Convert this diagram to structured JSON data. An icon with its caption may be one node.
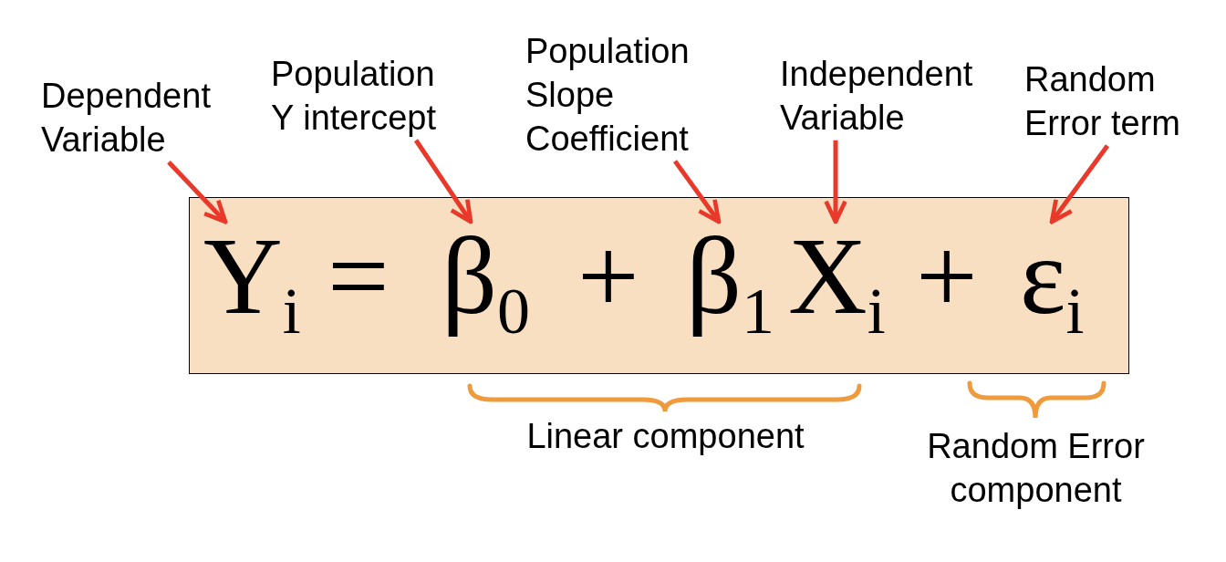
{
  "diagram": {
    "nodes": [
      {
        "text": [
          "Dependent Variable"
        ]
      },
      {
        "text": [
          "Population Y intercept"
        ]
      },
      {
        "text": [
          "Population Slope Coefficient"
        ]
      },
      {
        "text": [
          "Independent Variable"
        ]
      },
      {
        "text": [
          "Random Error term"
        ]
      },
      {
        "text": [],
        "shape": "box"
      },
      {
        "text": [
          "Y$_{i}$"
        ],
        "in": 5
      },
      {
        "text": [
          "β$_{0}$"
        ],
        "in": 5
      },
      {
        "text": [
          "β$_{1}$"
        ],
        "in": 5
      },
      {
        "text": [
          "X$_{i}$"
        ],
        "in": 5
      },
      {
        "text": [
          "ε$_{i}$"
        ],
        "in": 5
      }
    ],
    "edges": [
      {
        "from": 0,
        "to": 6,
        "arrow": "to"
      },
      {
        "from": 1,
        "to": 7,
        "arrow": "to"
      },
      {
        "from": 2,
        "to": 8,
        "arrow": "to"
      },
      {
        "from": 3,
        "to": 9,
        "arrow": "to"
      },
      {
        "from": 4,
        "to": 10,
        "arrow": "to"
      }
    ],
    "labels": [
      "=",
      "+",
      "+",
      "Linear component",
      "Random Error component"
    ]
  }
}
